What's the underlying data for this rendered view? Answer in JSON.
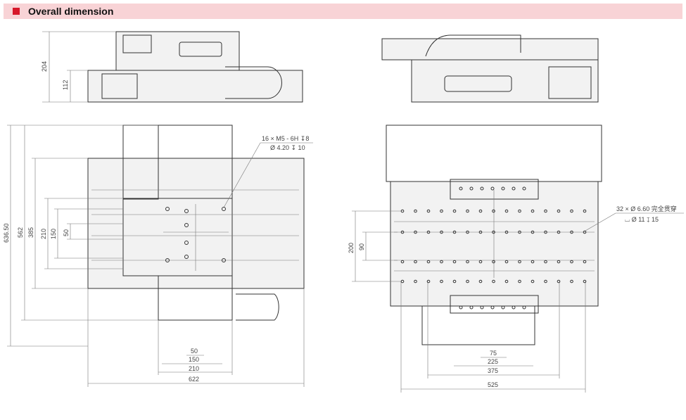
{
  "header": {
    "title": "Overall dimension",
    "accent": "#d7182a",
    "background": "#f8d3d6"
  },
  "side_view_left": {
    "dims": {
      "total_height": "204",
      "base_height": "112"
    }
  },
  "top_view_left": {
    "vertical_dims": [
      "636.50",
      "562",
      "385",
      "210",
      "150",
      "50"
    ],
    "horizontal_dims": [
      "50",
      "150",
      "210",
      "622"
    ],
    "note_line1": "16 × M5 - 6H ↧8",
    "note_line2": "Ø 4.20 ↧ 10"
  },
  "top_view_right": {
    "vertical_dims": [
      "200",
      "90"
    ],
    "horizontal_dims": [
      "75",
      "225",
      "375",
      "525"
    ],
    "note_line1": "32 × Ø 6.60 完全贯穿",
    "note_line2": "⌴ Ø 11 ↧ 15"
  }
}
